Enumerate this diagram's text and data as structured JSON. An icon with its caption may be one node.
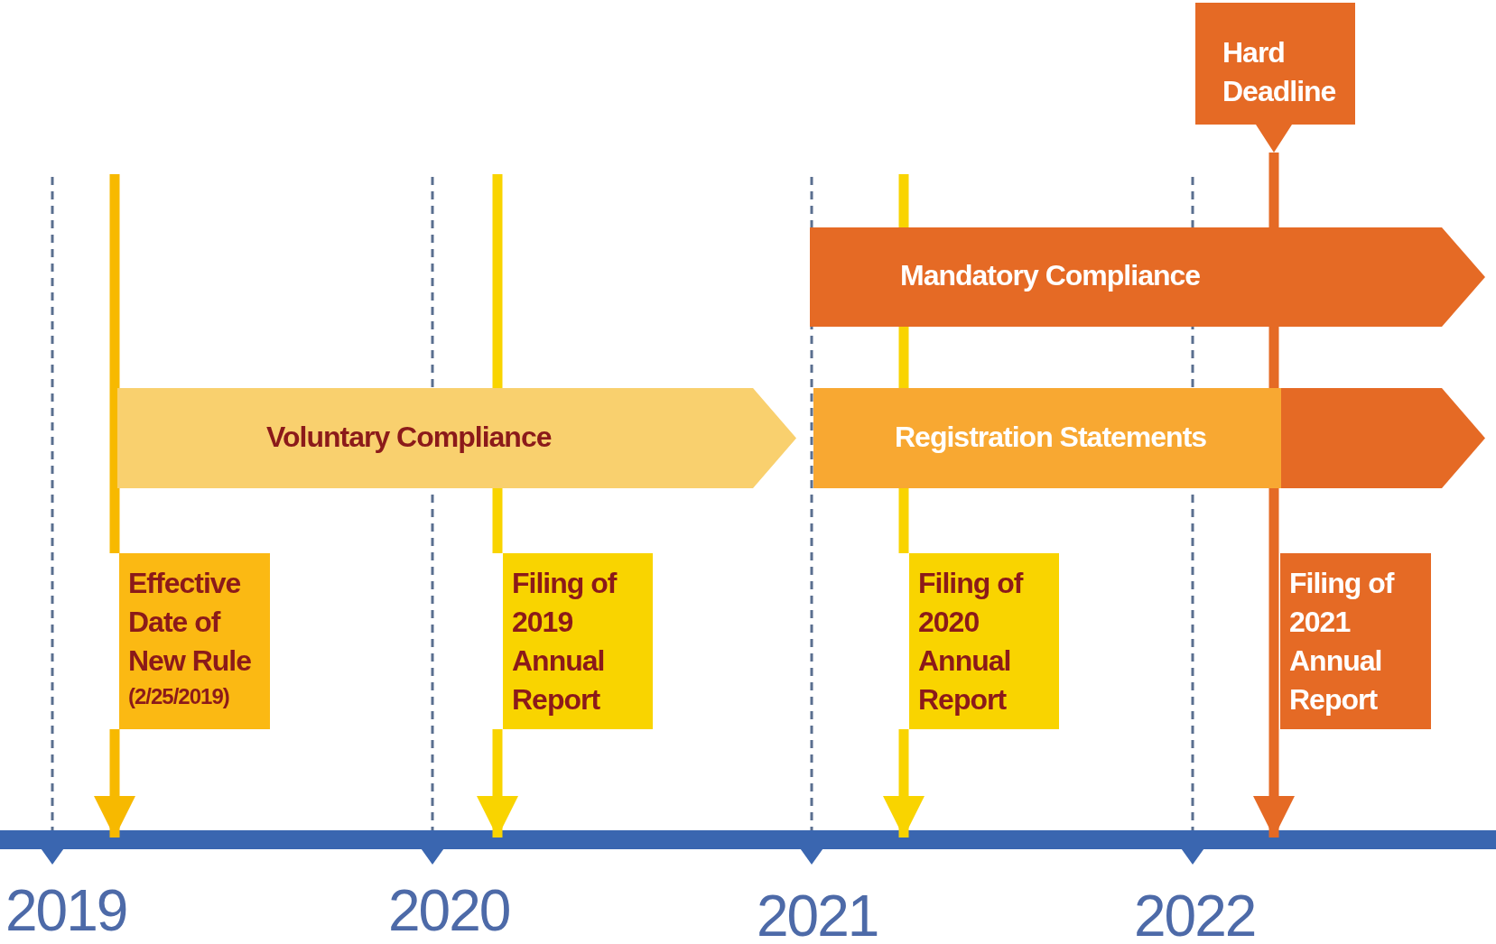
{
  "diagram": {
    "nodes": [
      {
        "text": [
          "Hard Deadline"
        ]
      },
      {
        "text": [
          "Mandatory Compliance"
        ]
      },
      {
        "text": [
          "Voluntary Compliance"
        ]
      },
      {
        "text": [
          "Registration Statements"
        ]
      },
      {
        "text": [
          "Effective Date of New Rule",
          "(2/25/2019)"
        ]
      },
      {
        "text": [
          "Filing of 2019 Annual Report"
        ]
      },
      {
        "text": [
          "Filing of 2020 Annual Report"
        ]
      },
      {
        "text": [
          "Filing of 2021 Annual Report"
        ]
      }
    ],
    "edges": [
      {
        "from": 4,
        "to": null,
        "arrow": "to",
        "color": "#f7b900"
      },
      {
        "from": 5,
        "to": null,
        "arrow": "to",
        "color": "#f9d400"
      },
      {
        "from": 6,
        "to": null,
        "arrow": "to",
        "color": "#f9d400"
      },
      {
        "from": 0,
        "to": null,
        "arrow": "to",
        "color": "#e56a25"
      }
    ],
    "labels": [
      "2019",
      "2020",
      "2021",
      "2022"
    ]
  }
}
